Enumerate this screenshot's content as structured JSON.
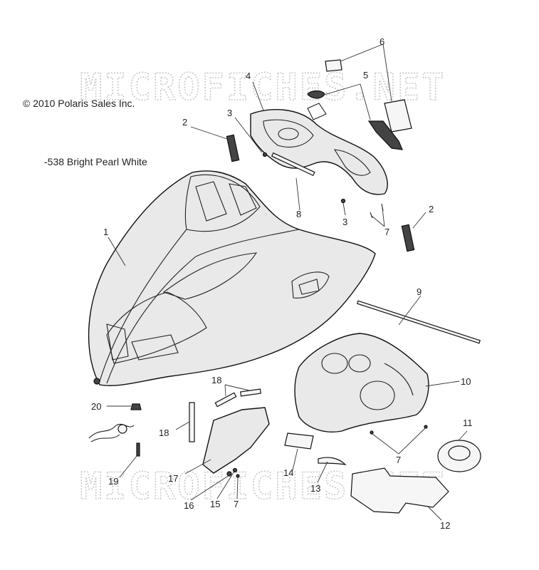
{
  "watermark_top": "MICROFICHES.NET",
  "watermark_bottom": "MICROFICHES.NET",
  "copyright": "© 2010 Polaris Sales Inc.",
  "color_note": "-538 Bright Pearl White",
  "callouts": {
    "c1": "1",
    "c2a": "2",
    "c2b": "2",
    "c3a": "3",
    "c3b": "3",
    "c4": "4",
    "c5": "5",
    "c6": "6",
    "c7a": "7",
    "c7b": "7",
    "c7c": "7",
    "c8": "8",
    "c9": "9",
    "c10": "10",
    "c11": "11",
    "c12": "12",
    "c13": "13",
    "c14": "14",
    "c15": "15",
    "c16": "16",
    "c17": "17",
    "c18a": "18",
    "c18b": "18",
    "c19": "19",
    "c20": "20"
  }
}
